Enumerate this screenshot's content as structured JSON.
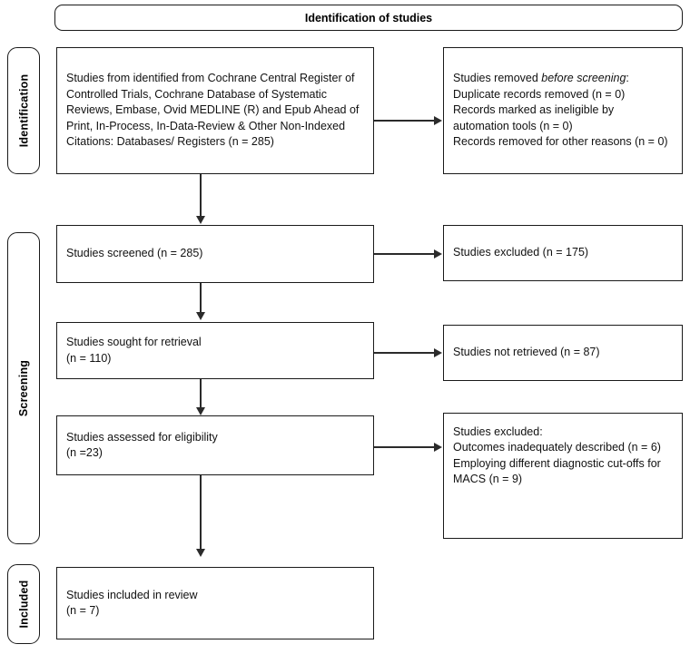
{
  "banner": {
    "label": "Identification of studies"
  },
  "stages": [
    {
      "key": "identification",
      "label": "Identification"
    },
    {
      "key": "screening",
      "label": "Screening"
    },
    {
      "key": "included",
      "label": "Included"
    }
  ],
  "boxes": {
    "records_identified": {
      "text": "Studies from identified from Cochrane Central Register of Controlled Trials, Cochrane Database of Systematic Reviews, Embase, Ovid MEDLINE (R) and Epub Ahead of Print, In-Process, In-Data-Review & Other Non-Indexed Citations: Databases/ Registers (n = 285)",
      "count": 285
    },
    "records_removed": {
      "line1_prefix": "Studies removed ",
      "line1_italic": "before screening",
      "line1_suffix": ":",
      "rest": "Duplicate records removed (n = 0)\nRecords marked as ineligible by automation tools (n = 0)\nRecords removed for other reasons (n = 0)",
      "duplicates": 0,
      "automation": 0,
      "other_reasons": 0
    },
    "records_screened": {
      "text": "Studies screened (n = 285)",
      "count": 285
    },
    "records_excluded": {
      "text": "Studies excluded (n = 175)",
      "count": 175
    },
    "reports_sought": {
      "text": "Studies sought for retrieval\n(n = 110)",
      "count": 110
    },
    "reports_not_retrieved": {
      "text": "Studies not retrieved (n = 87)",
      "count": 87
    },
    "reports_assessed": {
      "text": "Studies assessed for eligibility\n(n =23)",
      "count": 23
    },
    "reports_excluded": {
      "text": "Studies excluded:\nOutcomes inadequately described (n = 6)\n Employing different diagnostic cut-offs for MACS (n = 9)",
      "outcomes_inadequate": 6,
      "different_cutoffs": 9
    },
    "studies_included": {
      "text": "Studies included in review\n(n = 7)",
      "count": 7
    }
  },
  "colors": {
    "border": "#1a1a1a",
    "connector": "#2b2b2b",
    "background": "#ffffff",
    "text": "#111111"
  }
}
